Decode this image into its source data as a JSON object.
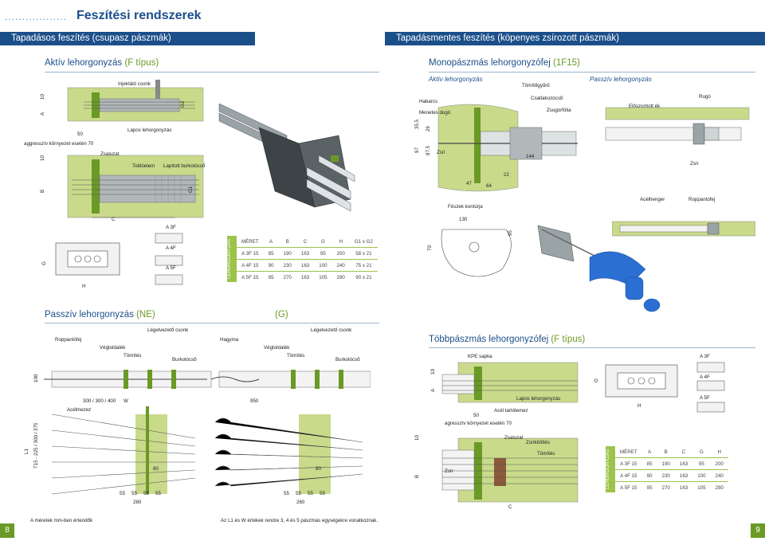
{
  "title_dots": "..................",
  "title": "Feszítési rendszerek",
  "bars": {
    "left": "Tapadásos feszítés (csupasz pászmák)",
    "right": "Tapadásmentes feszítés (köpenyes zsírozott pászmák)"
  },
  "left_top": {
    "heading_a": "Aktív lehorgonyzás ",
    "heading_b": "(F típus)",
    "labels": [
      "Injektáló csonk",
      "Lapos lehorgonyzás",
      "aggresszív környezet esetén 70",
      "Zsaluzat",
      "Toldóelem",
      "Lapított burkolócső",
      "C",
      "G2",
      "G1",
      "A",
      "B",
      "10",
      "10",
      "50"
    ],
    "plate_labels": [
      "A 3F",
      "A 4F",
      "A 5F",
      "G",
      "H"
    ]
  },
  "table": {
    "side": "LEHORGONYZÁS",
    "header": [
      "MÉRET",
      "A",
      "B",
      "C",
      "G",
      "H",
      "G1 x G2"
    ],
    "rows": [
      [
        "A 3F 15",
        "85",
        "190",
        "163",
        "95",
        "200",
        "58 x 21"
      ],
      [
        "A 4F 15",
        "90",
        "230",
        "163",
        "100",
        "240",
        "75 x 21"
      ],
      [
        "A 5F 15",
        "95",
        "270",
        "163",
        "105",
        "280",
        "90 x 21"
      ]
    ]
  },
  "right_top": {
    "heading_a": "Monopászmás lehorgonyzófej ",
    "heading_b": "(1F15)",
    "sub_active": "Aktív lehorgonyzás",
    "sub_passive": "Passzív lehorgonyzás",
    "labels": [
      "Tömítőgyűrű",
      "Habarcs",
      "Csatlakozócső",
      "Menetes dugó",
      "Zsugorfólia",
      "Előszorított ék",
      "Rugó",
      "Zsír",
      "Zsír",
      "Fészek kontúrja",
      "Acélhenger",
      "Roppantófej",
      "144",
      "47",
      "64",
      "22",
      "130",
      "70",
      "95",
      "97",
      "87,5",
      "35,5",
      "26"
    ]
  },
  "bottom_left": {
    "heading_a": "Passzív lehorgonyzás ",
    "heading_b": "(NE)",
    "heading_c": "(G)",
    "labels": [
      "Roppantófej",
      "Légelvezető csonk",
      "Végtoldalék",
      "Tömítés",
      "Burkolócső",
      "Hagyma",
      "Légelvezető csonk",
      "Végtoldalék",
      "Tömítés",
      "Burkolócső",
      "300 / 300 / 400",
      "W",
      "Acélmezez",
      "950",
      "80",
      "80",
      "260",
      "260",
      "55",
      "55",
      "55",
      "55",
      "55",
      "55",
      "55",
      "55",
      "100",
      "L1",
      "T15 - 225 / 300 / 375"
    ]
  },
  "bottom_right": {
    "heading_a": "Többpászmás lehorgonyzófej ",
    "heading_b": "(F típus)",
    "labels": [
      "KPE sapka",
      "Lapos lehorgonyzás",
      "Acél tartólemez",
      "agresszív környezet esetén 70",
      "Zsaluzat",
      "Zsírkitöltés",
      "Tömítés",
      "Zsír",
      "C",
      "A",
      "B",
      "10",
      "10",
      "50"
    ],
    "plate_labels": [
      "A 3F",
      "A 4F",
      "A 5F",
      "G",
      "H"
    ]
  },
  "table2": {
    "side": "LEHORGONYZÁS",
    "header": [
      "MÉRET",
      "A",
      "B",
      "C",
      "G",
      "H"
    ],
    "rows": [
      [
        "A 3F 15",
        "85",
        "190",
        "163",
        "95",
        "200"
      ],
      [
        "A 4F 15",
        "90",
        "230",
        "163",
        "100",
        "240"
      ],
      [
        "A 5F 15",
        "95",
        "270",
        "163",
        "105",
        "280"
      ]
    ]
  },
  "footer": {
    "left_note": "A méretek mm-ben értendők",
    "mid_note": "Az L1 és W értékek rendre 3, 4 és 5 pászmás egységekre vonatkoznak.",
    "page_left": "8",
    "page_right": "9"
  },
  "colors": {
    "navy": "#1b4f8a",
    "green": "#6a9a25",
    "lightgreen": "#c9da8b",
    "steel": "#7a8a90",
    "blue_part": "#2a6fd1"
  }
}
